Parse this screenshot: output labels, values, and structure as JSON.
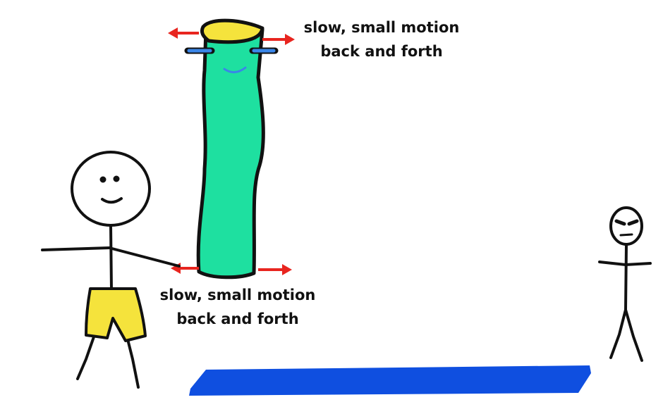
{
  "annotations": {
    "top": {
      "line1": "slow, small motion",
      "line2": "back and forth"
    },
    "bottom": {
      "line1": "slow, small motion",
      "line2": "back and forth"
    }
  },
  "colors": {
    "tube": "#1ee0a0",
    "tube_top": "#f5e33c",
    "shorts": "#f5e33c",
    "arrows": "#e8251f",
    "handles": "#3a86e8",
    "mat": "#0f4fe0",
    "outline": "#111111"
  }
}
